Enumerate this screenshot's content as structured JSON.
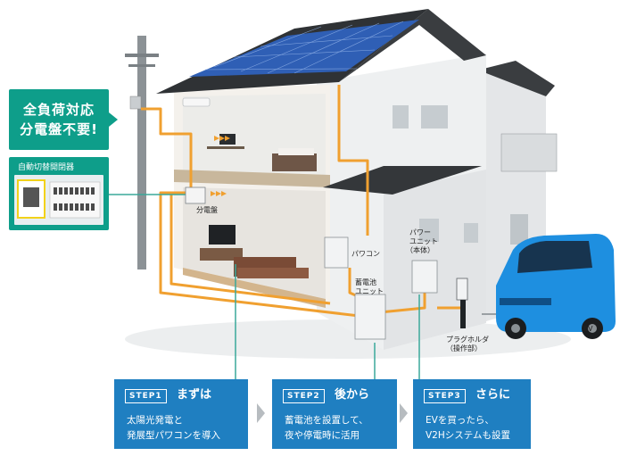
{
  "callouts": {
    "main_line1": "全負荷対応",
    "main_line2": "分電盤不要!",
    "switch_title": "自動切替開閉器"
  },
  "labels": {
    "panel": "分電盤",
    "powercon": "パワコン",
    "battery_line1": "蓄電池",
    "battery_line2": "ユニット",
    "power_unit_line1": "パワー",
    "power_unit_line2": "ユニット",
    "power_unit_line3": "（本体）",
    "plug_holder_line1": "プラグホルダ",
    "plug_holder_line2": "（操作部）",
    "ev": "EV"
  },
  "steps": [
    {
      "badge": "STEP1",
      "title": "まずは",
      "line1": "太陽光発電と",
      "line2": "発展型パワコンを導入"
    },
    {
      "badge": "STEP2",
      "title": "後から",
      "line1": "蓄電池を設置して、",
      "line2": "夜や停電時に活用"
    },
    {
      "badge": "STEP3",
      "title": "さらに",
      "line1": "EVを買ったら、",
      "line2": "V2Hシステムも設置"
    }
  ],
  "colors": {
    "accent_teal": "#0e9e8a",
    "step_blue": "#1f7fc1",
    "wire_orange": "#f0a030",
    "wire_teal": "#3aa89a",
    "solar_blue": "#2f5fb5",
    "car_blue": "#1e8fe0"
  }
}
